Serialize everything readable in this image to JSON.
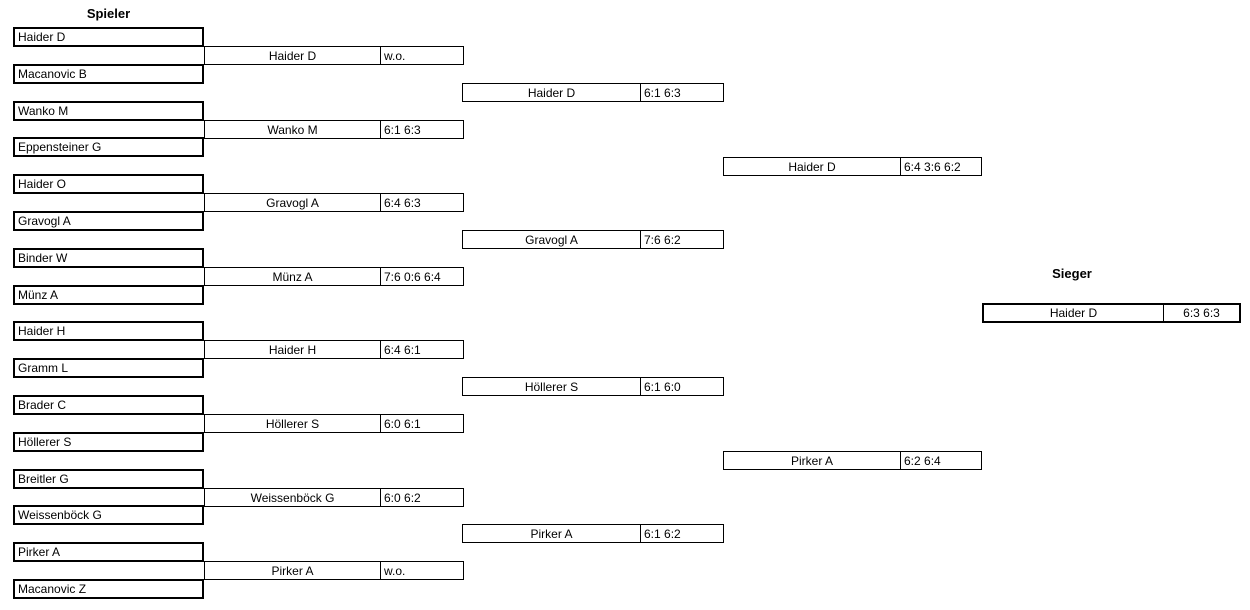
{
  "headers": {
    "players_column": "Spieler",
    "winner_column": "Sieger"
  },
  "players": [
    "Haider D",
    "Macanovic B",
    "Wanko M",
    "Eppensteiner G",
    "Haider O",
    "Gravogl A",
    "Binder W",
    "Münz A",
    "Haider H",
    "Gramm L",
    "Brader C",
    "Höllerer S",
    "Breitler G",
    "Weissenböck G",
    "Pirker A",
    "Macanovic Z"
  ],
  "round1": [
    {
      "winner": "Haider D",
      "score": "w.o."
    },
    {
      "winner": "Wanko M",
      "score": "6:1 6:3"
    },
    {
      "winner": "Gravogl A",
      "score": "6:4 6:3"
    },
    {
      "winner": "Münz A",
      "score": "7:6 0:6 6:4"
    },
    {
      "winner": "Haider H",
      "score": "6:4 6:1"
    },
    {
      "winner": "Höllerer S",
      "score": "6:0 6:1"
    },
    {
      "winner": "Weissenböck G",
      "score": "6:0 6:2"
    },
    {
      "winner": "Pirker A",
      "score": "w.o."
    }
  ],
  "quarterfinals": [
    {
      "winner": "Haider D",
      "score": "6:1 6:3"
    },
    {
      "winner": "Gravogl A",
      "score": "7:6 6:2"
    },
    {
      "winner": "Höllerer S",
      "score": "6:1 6:0"
    },
    {
      "winner": "Pirker A",
      "score": "6:1 6:2"
    }
  ],
  "semifinals": [
    {
      "winner": "Haider D",
      "score": "6:4 3:6 6:2"
    },
    {
      "winner": "Pirker A",
      "score": "6:2 6:4"
    }
  ],
  "final": {
    "winner": "Haider D",
    "score": "6:3 6:3"
  },
  "colors": {
    "background": "#ffffff",
    "border": "#000000",
    "text": "#000000"
  }
}
